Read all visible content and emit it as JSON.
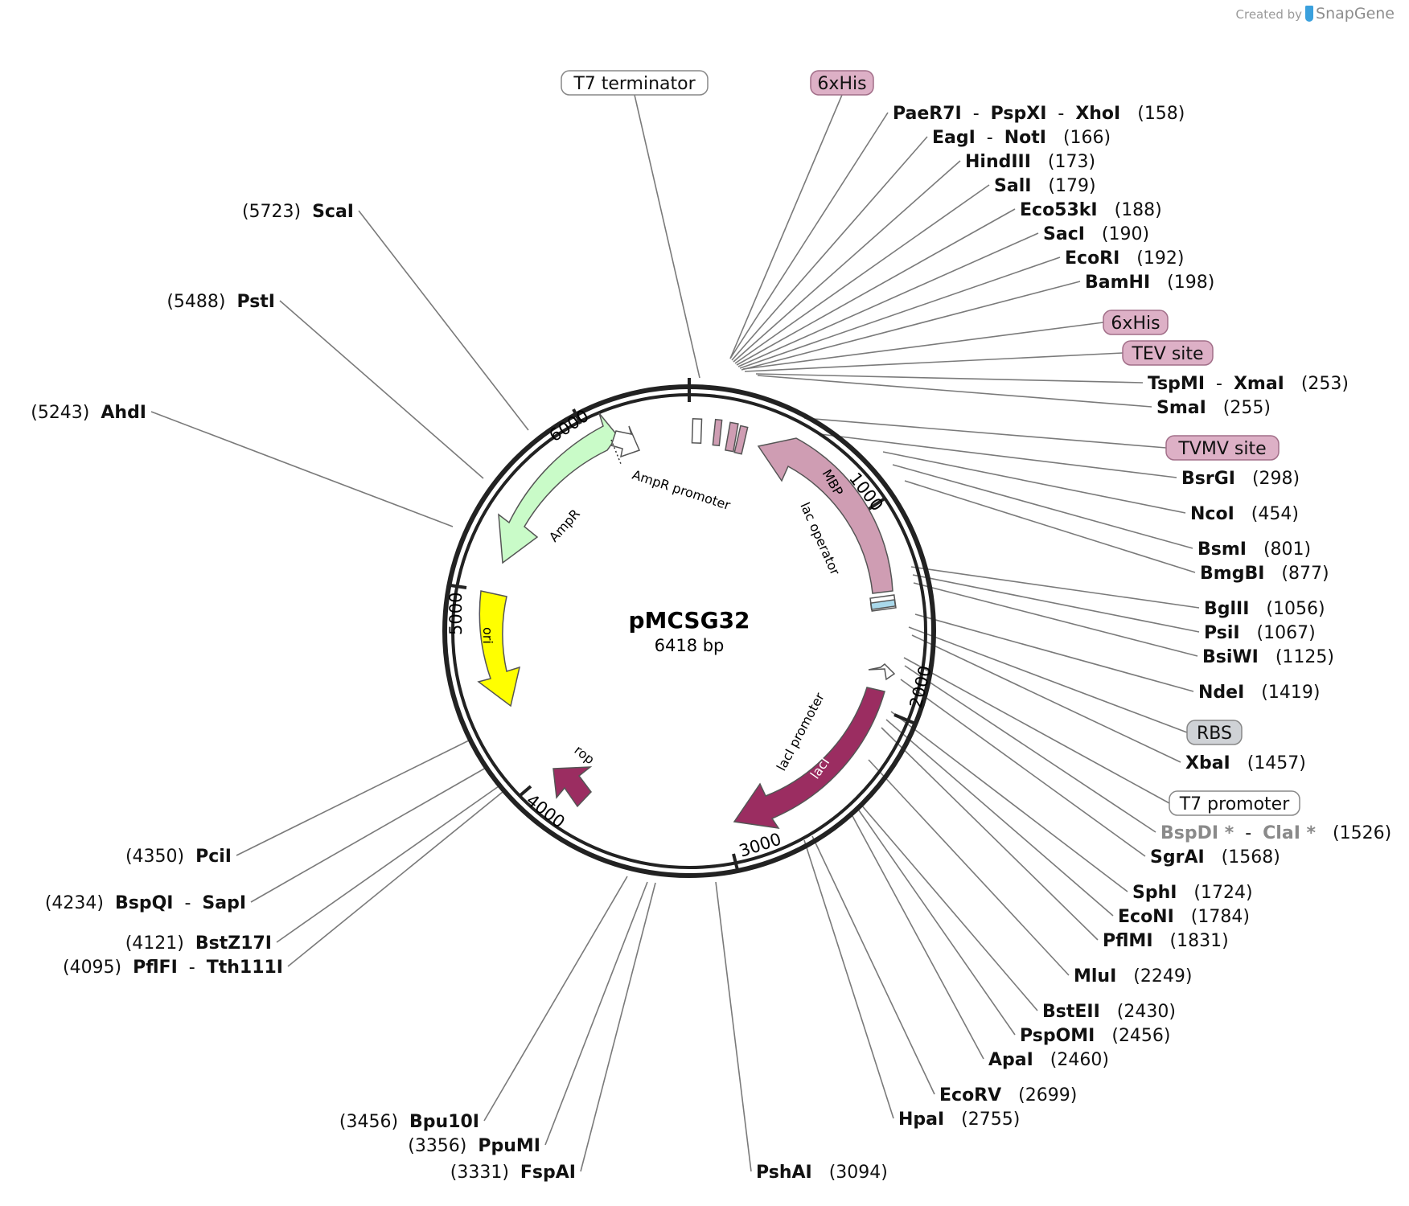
{
  "credit": {
    "prefix": "Created by",
    "brand": "SnapGene"
  },
  "plasmid": {
    "name": "pMCSG32",
    "length_label": "6418 bp",
    "length_bp": 6418
  },
  "ticks": [
    "1000",
    "2000",
    "3000",
    "4000",
    "5000",
    "6000"
  ],
  "features": [
    {
      "name": "MBP",
      "color": "#cf9db3"
    },
    {
      "name": "lacI",
      "color": "#9b2d61"
    },
    {
      "name": "AmpR",
      "color": "#c9fbc8"
    },
    {
      "name": "ori",
      "color": "#ffff00"
    },
    {
      "name": "rop",
      "color": "#9b2d61"
    },
    {
      "name": "AmpR promoter",
      "color": "#ffffff"
    },
    {
      "name": "lac operator",
      "color": "#a9d8ea"
    },
    {
      "name": "lacI promoter",
      "color": "#ffffff"
    }
  ],
  "feature_labels": [
    {
      "name": "T7 terminator",
      "style": "white"
    },
    {
      "name": "6xHis",
      "style": "pink"
    },
    {
      "name": "6xHis",
      "style": "pink"
    },
    {
      "name": "TEV site",
      "style": "pink"
    },
    {
      "name": "TVMV site",
      "style": "pink"
    },
    {
      "name": "RBS",
      "style": "gray"
    },
    {
      "name": "T7 promoter",
      "style": "white"
    }
  ],
  "sites": [
    {
      "names": [
        "PaeR7I",
        "PspXI",
        "XhoI"
      ],
      "pos": "(158)"
    },
    {
      "names": [
        "EagI",
        "NotI"
      ],
      "pos": "(166)"
    },
    {
      "names": [
        "HindIII"
      ],
      "pos": "(173)"
    },
    {
      "names": [
        "SalI"
      ],
      "pos": "(179)"
    },
    {
      "names": [
        "Eco53kI"
      ],
      "pos": "(188)"
    },
    {
      "names": [
        "SacI"
      ],
      "pos": "(190)"
    },
    {
      "names": [
        "EcoRI"
      ],
      "pos": "(192)"
    },
    {
      "names": [
        "BamHI"
      ],
      "pos": "(198)"
    },
    {
      "names": [
        "TspMI",
        "XmaI"
      ],
      "pos": "(253)"
    },
    {
      "names": [
        "SmaI"
      ],
      "pos": "(255)"
    },
    {
      "names": [
        "BsrGI"
      ],
      "pos": "(298)"
    },
    {
      "names": [
        "NcoI"
      ],
      "pos": "(454)"
    },
    {
      "names": [
        "BsmI"
      ],
      "pos": "(801)"
    },
    {
      "names": [
        "BmgBI"
      ],
      "pos": "(877)"
    },
    {
      "names": [
        "BglII"
      ],
      "pos": "(1056)"
    },
    {
      "names": [
        "PsiI"
      ],
      "pos": "(1067)"
    },
    {
      "names": [
        "BsiWI"
      ],
      "pos": "(1125)"
    },
    {
      "names": [
        "NdeI"
      ],
      "pos": "(1419)"
    },
    {
      "names": [
        "XbaI"
      ],
      "pos": "(1457)"
    },
    {
      "names": [
        "BspDI *",
        "ClaI *"
      ],
      "pos": "(1526)",
      "gray": true
    },
    {
      "names": [
        "SgrAI"
      ],
      "pos": "(1568)"
    },
    {
      "names": [
        "SphI"
      ],
      "pos": "(1724)"
    },
    {
      "names": [
        "EcoNI"
      ],
      "pos": "(1784)"
    },
    {
      "names": [
        "PflMI"
      ],
      "pos": "(1831)"
    },
    {
      "names": [
        "MluI"
      ],
      "pos": "(2249)"
    },
    {
      "names": [
        "BstEII"
      ],
      "pos": "(2430)"
    },
    {
      "names": [
        "PspOMI"
      ],
      "pos": "(2456)"
    },
    {
      "names": [
        "ApaI"
      ],
      "pos": "(2460)"
    },
    {
      "names": [
        "EcoRV"
      ],
      "pos": "(2699)"
    },
    {
      "names": [
        "HpaI"
      ],
      "pos": "(2755)"
    },
    {
      "names": [
        "PshAI"
      ],
      "pos": "(3094)"
    },
    {
      "names": [
        "FspAI"
      ],
      "pos": "(3331)"
    },
    {
      "names": [
        "PpuMI"
      ],
      "pos": "(3356)"
    },
    {
      "names": [
        "Bpu10I"
      ],
      "pos": "(3456)"
    },
    {
      "names": [
        "PflFI",
        "Tth111I"
      ],
      "pos": "(4095)"
    },
    {
      "names": [
        "BstZ17I"
      ],
      "pos": "(4121)"
    },
    {
      "names": [
        "BspQI",
        "SapI"
      ],
      "pos": "(4234)"
    },
    {
      "names": [
        "PciI"
      ],
      "pos": "(4350)"
    },
    {
      "names": [
        "AhdI"
      ],
      "pos": "(5243)"
    },
    {
      "names": [
        "PstI"
      ],
      "pos": "(5488)"
    },
    {
      "names": [
        "ScaI"
      ],
      "pos": "(5723)"
    }
  ]
}
